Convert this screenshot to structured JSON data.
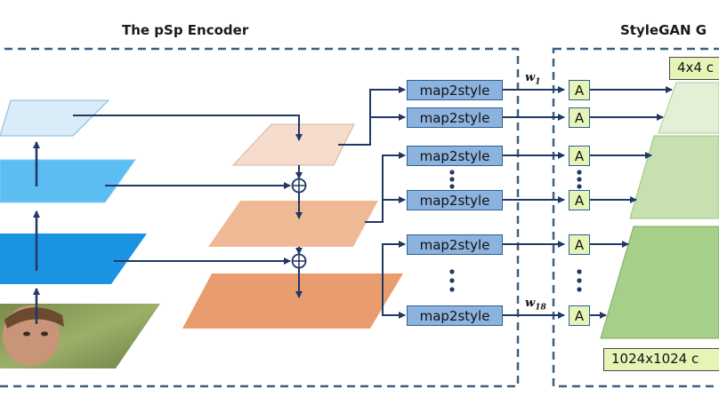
{
  "encoder": {
    "title": "The pSp Encoder"
  },
  "generator": {
    "title": "StyleGAN G"
  },
  "map_blocks": [
    "map2style",
    "map2style",
    "map2style",
    "map2style",
    "map2style",
    "map2style"
  ],
  "a_blocks": [
    "A",
    "A",
    "A",
    "A",
    "A",
    "A"
  ],
  "resolutions": {
    "top": "4x4 c",
    "bottom": "1024x1024 c"
  },
  "w_labels": {
    "first_base": "w",
    "first_sub": "1",
    "last_base": "w",
    "last_sub": "18"
  },
  "colors": {
    "backbone_light": "#d9ecf8",
    "backbone_mid": "#5bbdf2",
    "backbone_dark": "#1a93e3",
    "fpn_light": "#f6dccd",
    "fpn_mid": "#f0b996",
    "fpn_dark": "#e99d6e",
    "map_fill": "#8cb3de",
    "a_fill": "#e6f5b6",
    "gen_light": "#e4f0d6",
    "gen_mid": "#c6e0b0",
    "gen_dark": "#a6d08a",
    "arrow": "#1f3864",
    "dash_border": "#3d5f80"
  }
}
